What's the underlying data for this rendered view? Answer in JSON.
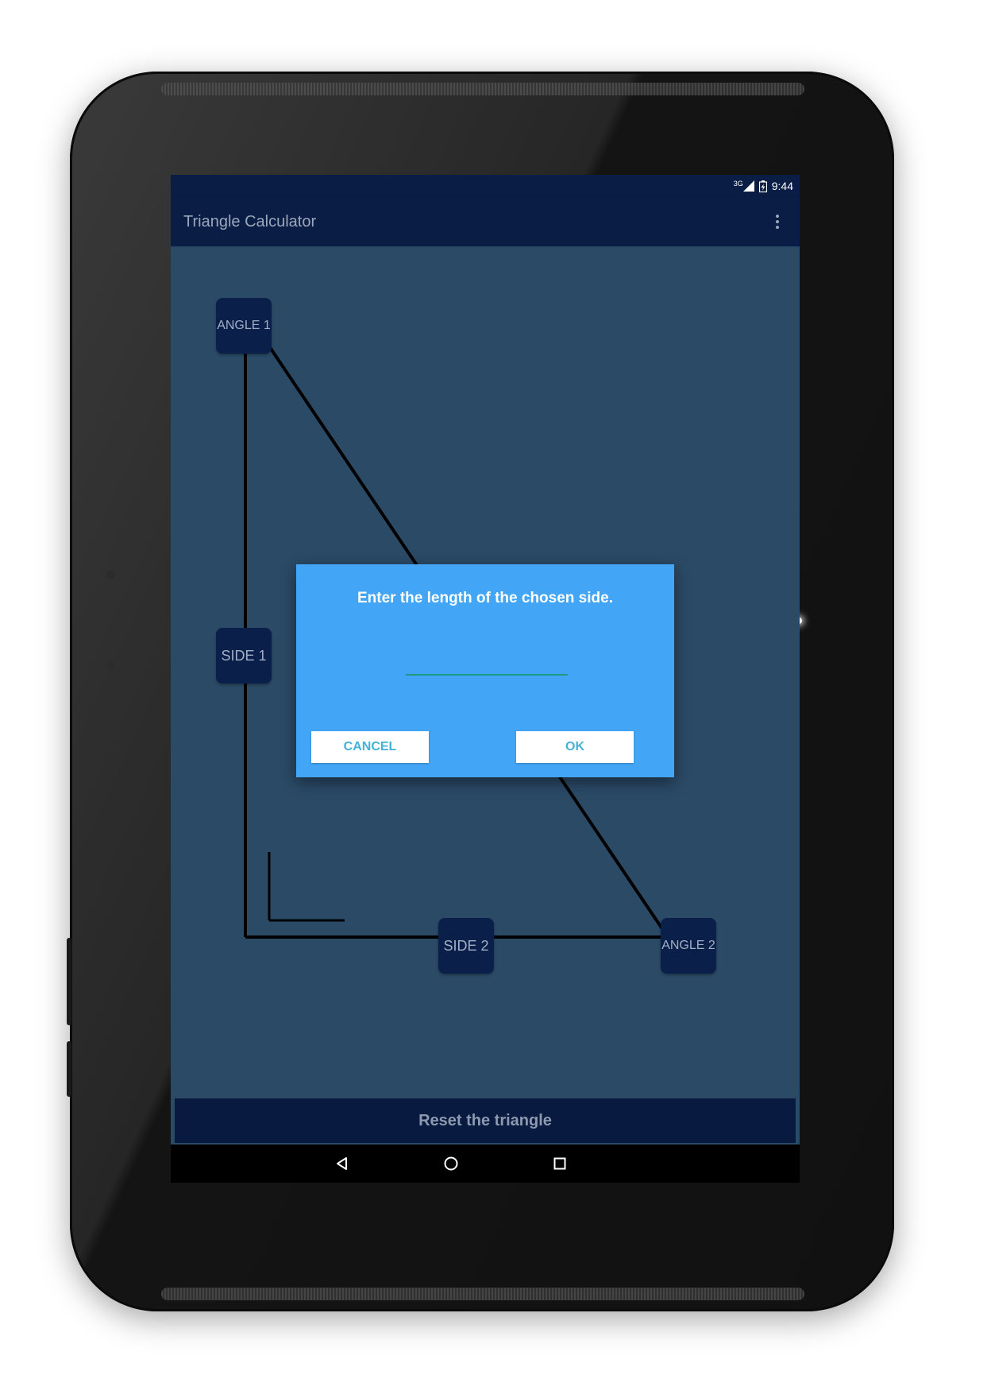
{
  "status_bar": {
    "network": "3G",
    "time": "9:44"
  },
  "app_bar": {
    "title": "Triangle Calculator",
    "overflow_icon": "more-vertical-icon"
  },
  "triangle": {
    "angle1_label": "ANGLE 1",
    "angle2_label": "ANGLE 2",
    "side1_label": "SIDE 1",
    "side2_label": "SIDE 2"
  },
  "reset_button": {
    "label": "Reset the triangle"
  },
  "dialog": {
    "title": "Enter the length of the chosen side.",
    "input_value": "",
    "input_placeholder": "",
    "cancel_label": "CANCEL",
    "ok_label": "OK"
  },
  "nav_bar": {
    "back_icon": "back-triangle-icon",
    "home_icon": "home-circle-icon",
    "recents_icon": "recents-square-icon"
  },
  "colors": {
    "app_bar": "#091d45",
    "background": "#2a4a66",
    "dialog": "#42a5f5",
    "button_text": "#42b3d6",
    "input_underline": "#1e9a86"
  }
}
